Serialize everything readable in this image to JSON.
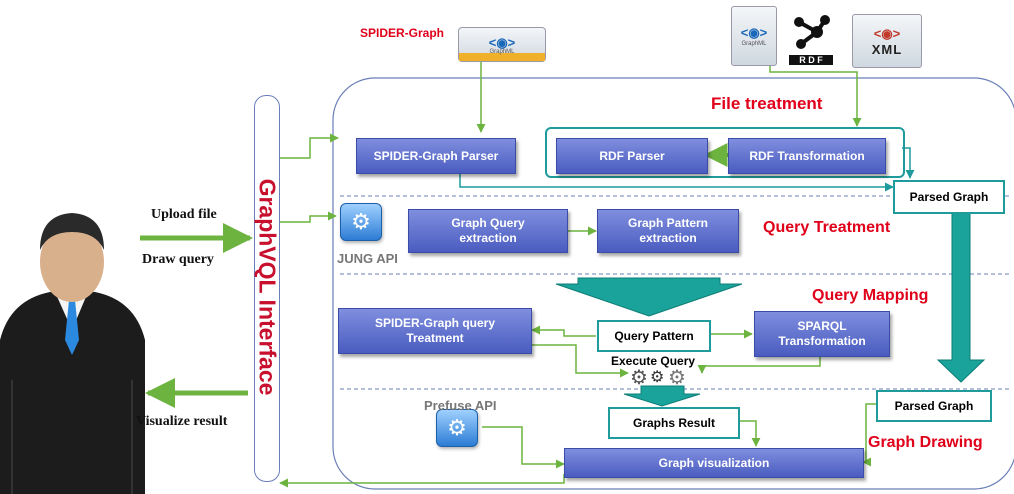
{
  "colors": {
    "accent_red": "#e0001a",
    "box_blue": "#4a5cc0",
    "teal": "#1f9b9b",
    "arrow_green": "#6cb33f"
  },
  "icons": {
    "user": "user-avatar-icon",
    "gear": "gear-icon",
    "graphml": "graphml-file-icon",
    "rdf": "rdf-logo-icon",
    "xml": "xml-file-icon"
  },
  "top": {
    "spider_graph_label": "SPIDER-Graph",
    "graphml_sub": "GraphML",
    "rdf_text": "R D F",
    "xml_text": "XML"
  },
  "interface": {
    "title": "GraphVQL Interface"
  },
  "user_actions": {
    "upload": "Upload file",
    "draw": "Draw query",
    "visualize": "Visualize result"
  },
  "sections": {
    "file_treatment": "File treatment",
    "query_treatment": "Query Treatment",
    "query_mapping": "Query Mapping",
    "graph_drawing": "Graph Drawing"
  },
  "apis": {
    "jung": "JUNG API",
    "prefuse": "Prefuse API"
  },
  "boxes": {
    "spider_parser": "SPIDER-Graph Parser",
    "rdf_parser": "RDF Parser",
    "rdf_transformation": "RDF Transformation",
    "parsed_graph_1": "Parsed Graph",
    "graph_query_extraction_l1": "Graph Query",
    "graph_query_extraction_l2": "extraction",
    "graph_pattern_extraction_l1": "Graph  Pattern",
    "graph_pattern_extraction_l2": "extraction",
    "spider_query_treatment_l1": "SPIDER-Graph query",
    "spider_query_treatment_l2": "Treatment",
    "query_pattern": "Query Pattern",
    "sparql_l1": "SPARQL",
    "sparql_l2": "Transformation",
    "execute_query": "Execute Query",
    "graphs_result": "Graphs Result",
    "parsed_graph_2": "Parsed Graph",
    "graph_visualization": "Graph visualization"
  }
}
